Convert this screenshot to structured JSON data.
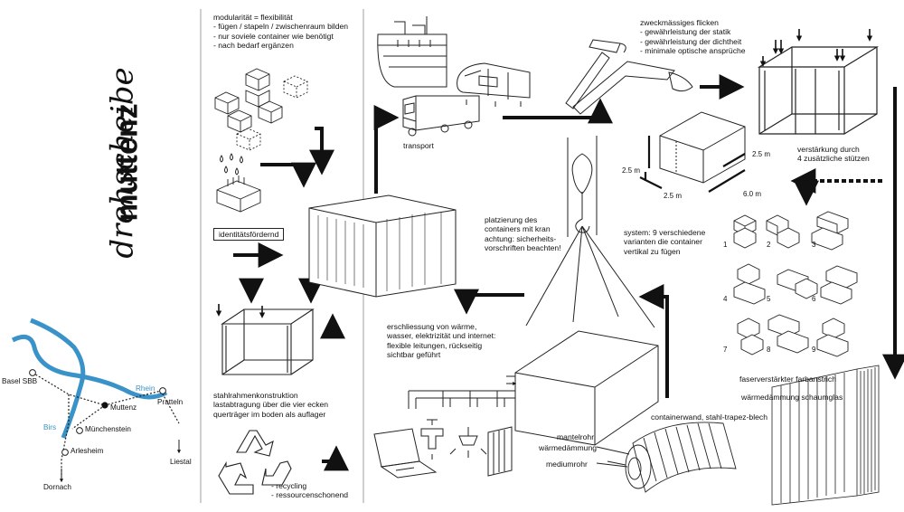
{
  "title": {
    "line1": "drehscheibe",
    "line2": "muttenz"
  },
  "modularity": {
    "heading": "modularität = flexibilität",
    "points": [
      "- fügen / stapeln / zwischenraum bilden",
      "- nur soviele container wie benötigt",
      "- nach bedarf ergänzen"
    ]
  },
  "identity_label": "identitätsfördernd",
  "steel_frame": {
    "heading": "stahlrahmenkonstruktion",
    "lines": [
      "lastabtragung über die vier ecken",
      "querträger im boden als auflager"
    ]
  },
  "recycling": [
    "- recycling",
    "- ressourcenschonend"
  ],
  "transport_label": "transport",
  "crane_note": [
    "platzierung des",
    "containers mit kran",
    "achtung: sicherheits-",
    "vorschriften beachten!"
  ],
  "repair": {
    "heading": "zweckmässiges flicken",
    "points": [
      "- gewährleistung der statik",
      "- gewährleistung der dichtheit",
      "- minimale optische ansprüche"
    ]
  },
  "reinforcement": [
    "verstärkung durch",
    "4 zusätzliche stützen"
  ],
  "dimensions": {
    "height": "2.5 m",
    "width": "2.5 m",
    "depth": "2.5 m",
    "length": "6.0 m"
  },
  "system_note": [
    "system: 9 verschiedene",
    "varianten die container",
    "vertikal zu fügen"
  ],
  "variants": [
    "1",
    "2",
    "3",
    "4",
    "5",
    "6",
    "7",
    "8",
    "9"
  ],
  "utilities": [
    "erschliessung von wärme,",
    "wasser, elektrizität und internet:",
    "flexible leitungen, rückseitig",
    "sichtbar geführt"
  ],
  "pipe_labels": {
    "jacket": "mantelrohr",
    "insulation": "wärmedämmung",
    "medium": "mediumrohr"
  },
  "wall_labels": {
    "paint": "faserverstärkter farbanstrich",
    "insulation": "wärmedämmung schaumglas",
    "wall": "containerwand, stahl-trapez-blech"
  },
  "map": {
    "places": [
      "Basel SBB",
      "Muttenz",
      "Pratteln",
      "Münchenstein",
      "Arlesheim",
      "Liestal",
      "Dornach"
    ],
    "rivers": [
      "Rhein",
      "Birs"
    ],
    "colors": {
      "river": "#3a93c8"
    }
  }
}
